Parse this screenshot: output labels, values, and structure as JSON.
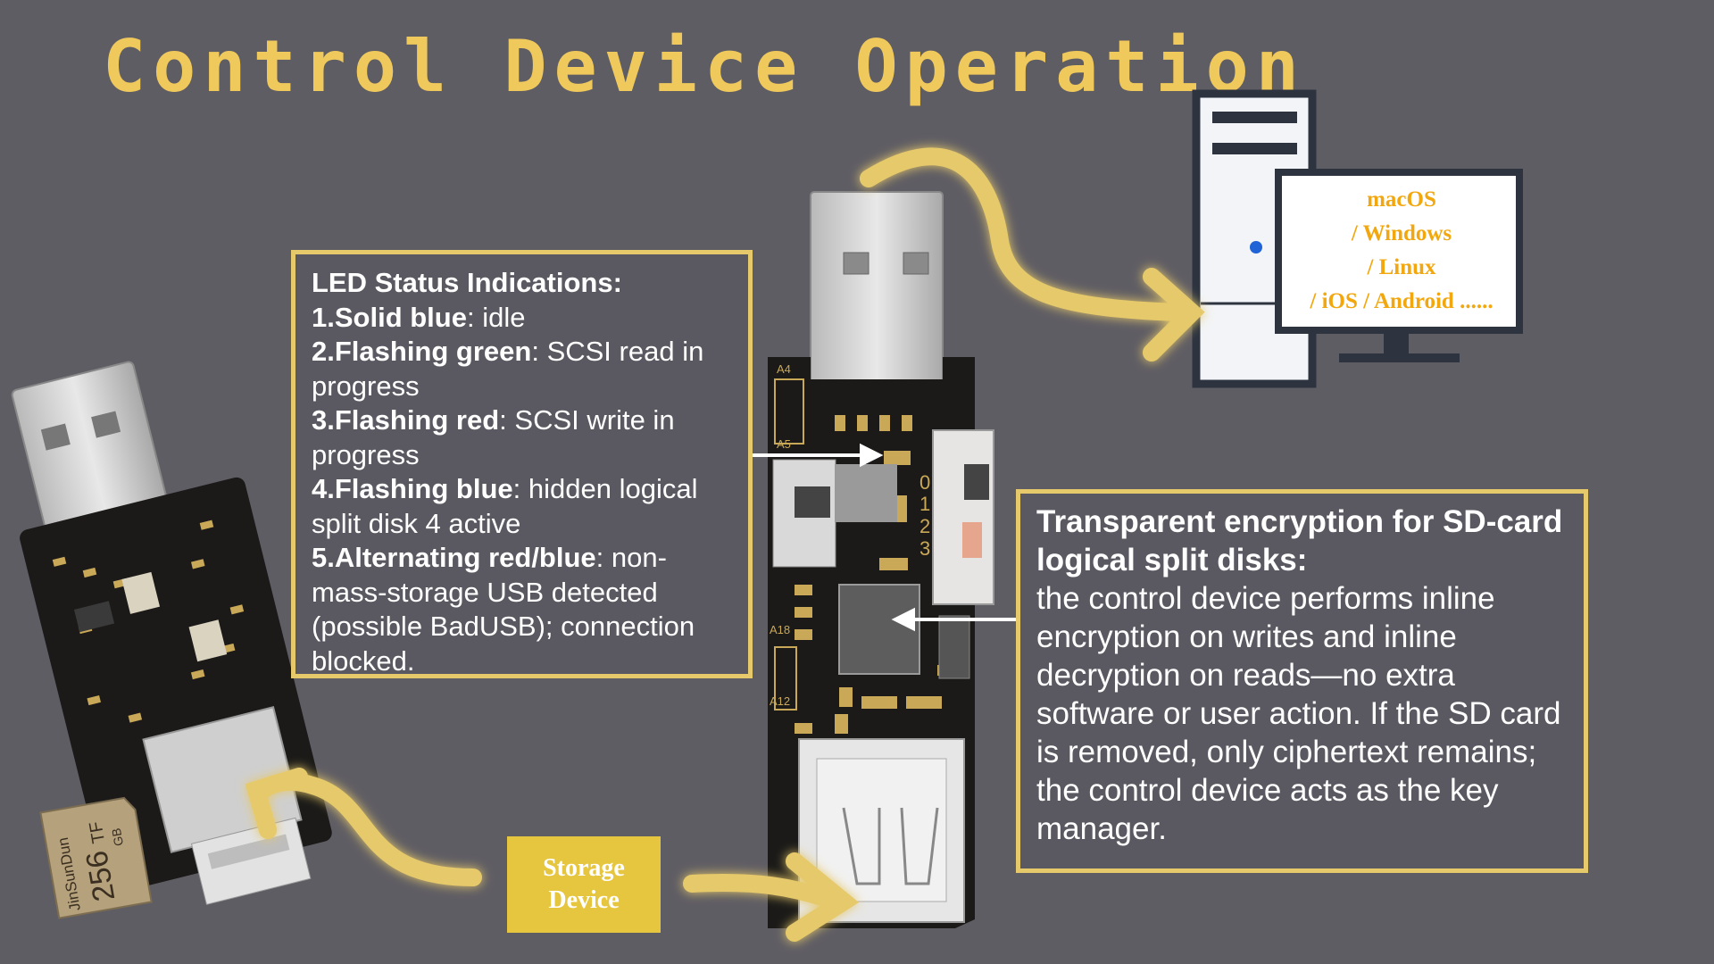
{
  "title": "Control Device Operation",
  "led": {
    "heading": "LED Status Indications:",
    "items": [
      {
        "label": "1.Solid blue",
        "text": ": idle"
      },
      {
        "label": "2.Flashing green",
        "text": ": SCSI read in progress"
      },
      {
        "label": "3.Flashing red",
        "text": ": SCSI write in progress"
      },
      {
        "label": "4.Flashing blue",
        "text": ": hidden logical split disk 4 active"
      },
      {
        "label": "5.Alternating red/blue",
        "text": ": non-mass-storage USB detected (possible BadUSB); connection blocked."
      }
    ]
  },
  "encryption": {
    "heading": "Transparent encryption for SD-card logical split disks:",
    "body": "the control device performs inline encryption on writes and inline decryption on reads—no extra software or user action. If the SD card is removed, only ciphertext remains; the control device acts as the key manager."
  },
  "computer": {
    "os_lines": [
      "macOS",
      "/ Windows",
      "/ Linux",
      "/ iOS / Android ......"
    ]
  },
  "storage": {
    "line1": "Storage",
    "line2": "Device"
  },
  "sd_card": {
    "brand": "JinSunDun",
    "capacity": "256",
    "unit": "GB",
    "type": "TF"
  },
  "board": {
    "pin_labels": [
      "A4",
      "A5",
      "A18",
      "A12"
    ],
    "switch_digits": [
      "0",
      "1",
      "2",
      "3"
    ]
  },
  "colors": {
    "background": "#5f5d64",
    "accent": "#e6c96a",
    "title": "#f0c95c",
    "storage_box": "#e7c63f",
    "os_text": "#f2a70e",
    "pcb": "#1b1a18"
  }
}
